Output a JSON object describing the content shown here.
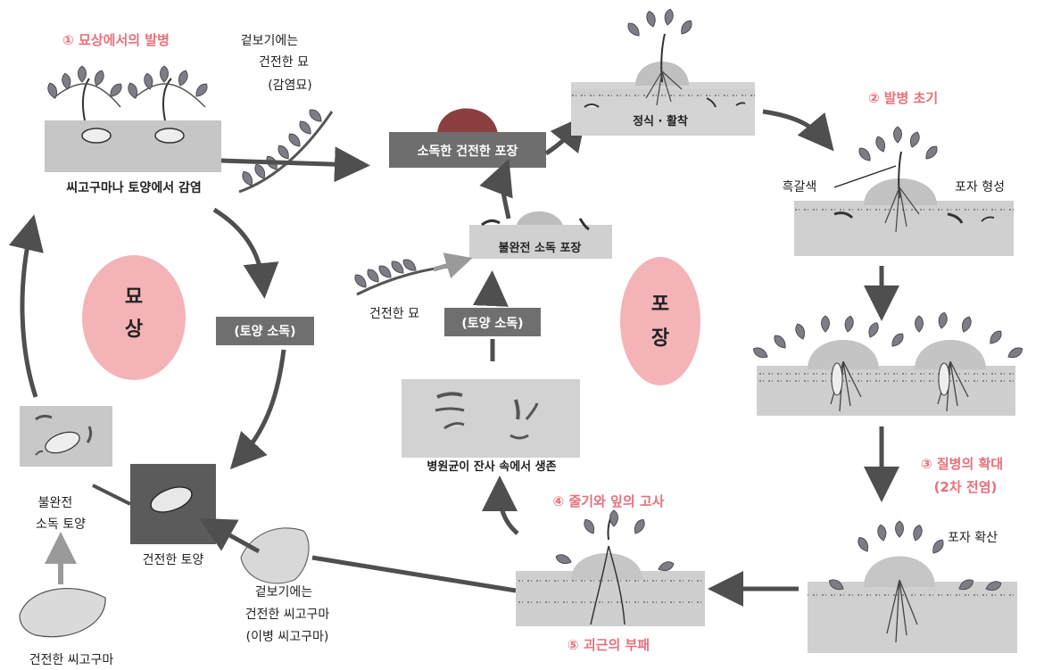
{
  "stages": {
    "s1": "① 묘상에서의 발병",
    "s2": "② 발병 초기",
    "s3a": "③ 질병의 확대",
    "s3b": "(2차 전염)",
    "s4": "④ 줄기와 잎의 고사",
    "s5": "⑤ 괴근의 부패"
  },
  "labels": {
    "seedbed_infect": "씨고구마나 토양에서 감염",
    "apparent_a": "겉보기에는",
    "apparent_b": "건전한 묘",
    "apparent_c": "(감염묘)",
    "soil_disinfect_1": "(토양 소독)",
    "soil_disinfect_2": "(토양 소독)",
    "healthy_seedling": "건전한 묘",
    "disinfected_field": "소독한 건전한 포장",
    "planting": "정식 · 활착",
    "incomplete_field": "불완전 소독 포장",
    "survive": "병원균이 잔사 속에서 생존",
    "black_brown": "흑갈색",
    "spore_form": "포자 형성",
    "spore_spread": "포자 확산",
    "incomplete_soil_a": "불완전",
    "incomplete_soil_b": "소독 토양",
    "healthy_soil": "건전한 토양",
    "seed_a": "겉보기에는",
    "seed_b": "건전한 씨고구마",
    "seed_c": "(이병 씨고구마)",
    "healthy_seed": "건전한 씨고구마"
  },
  "circles": {
    "seedbed_1": "묘",
    "seedbed_2": "상",
    "field_1": "포",
    "field_2": "장"
  },
  "colors": {
    "stage_pink": "#e8707a",
    "circle_pink": "#f4b3b7",
    "arrow_gray": "#4f4f4f",
    "box_gray": "#6f6f6f",
    "soil_gray": "#c9c9c9",
    "leaf": "#7d7d86",
    "dark_red": "#9c3b3b"
  },
  "icons": [
    "leaf-icon",
    "sweet-potato-icon",
    "arrow-icon"
  ]
}
